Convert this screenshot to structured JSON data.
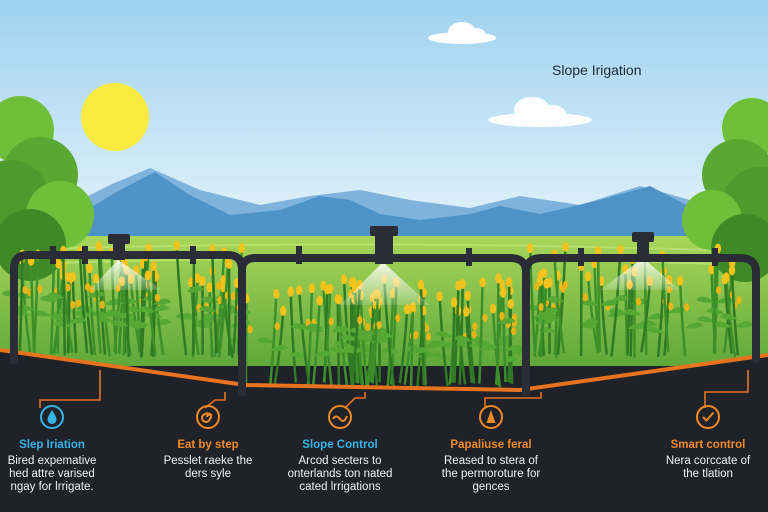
{
  "title": "Slope Irigation",
  "colors": {
    "sky_top": "#9fd2ef",
    "sky_bottom": "#e6f4fb",
    "sun": "#f8ea3f",
    "mountain": "#5b9ccf",
    "field": "#8cc53f",
    "crop_leaf": "#3d8f2a",
    "crop_flower": "#f2c21d",
    "pipe": "#2a2d35",
    "soil_edge": "#e8731f",
    "panel": "#1f2229"
  },
  "features": [
    {
      "icon": "water-drop-icon",
      "icon_color": "#36b4e6",
      "heading": "Slep Iriation",
      "heading_color": "#36b4e6",
      "lines": [
        "Bired expemative",
        "hed attre varised",
        "ngay for lrrigate."
      ]
    },
    {
      "icon": "spiral-icon",
      "icon_color": "#f08a24",
      "heading": "Eat by step",
      "heading_color": "#f08a24",
      "lines": [
        "Pesslet raeke the",
        "ders syle"
      ]
    },
    {
      "icon": "wave-control-icon",
      "icon_color": "#f08a24",
      "heading": "Slope Control",
      "heading_color": "#36b4e6",
      "lines": [
        "Arcod secters to",
        "onterlands ton nated",
        "cated lrrigations"
      ]
    },
    {
      "icon": "cone-icon",
      "icon_color": "#f08a24",
      "heading": "Papaliuse feral",
      "heading_color": "#f08a24",
      "lines": [
        "Reased to stera of",
        "the permoroture for",
        "gences"
      ]
    },
    {
      "icon": "checkmark-icon",
      "icon_color": "#f08a24",
      "heading": "Smart control",
      "heading_color": "#f08a24",
      "lines": [
        "Nera corccate of",
        "the tlation"
      ]
    }
  ]
}
